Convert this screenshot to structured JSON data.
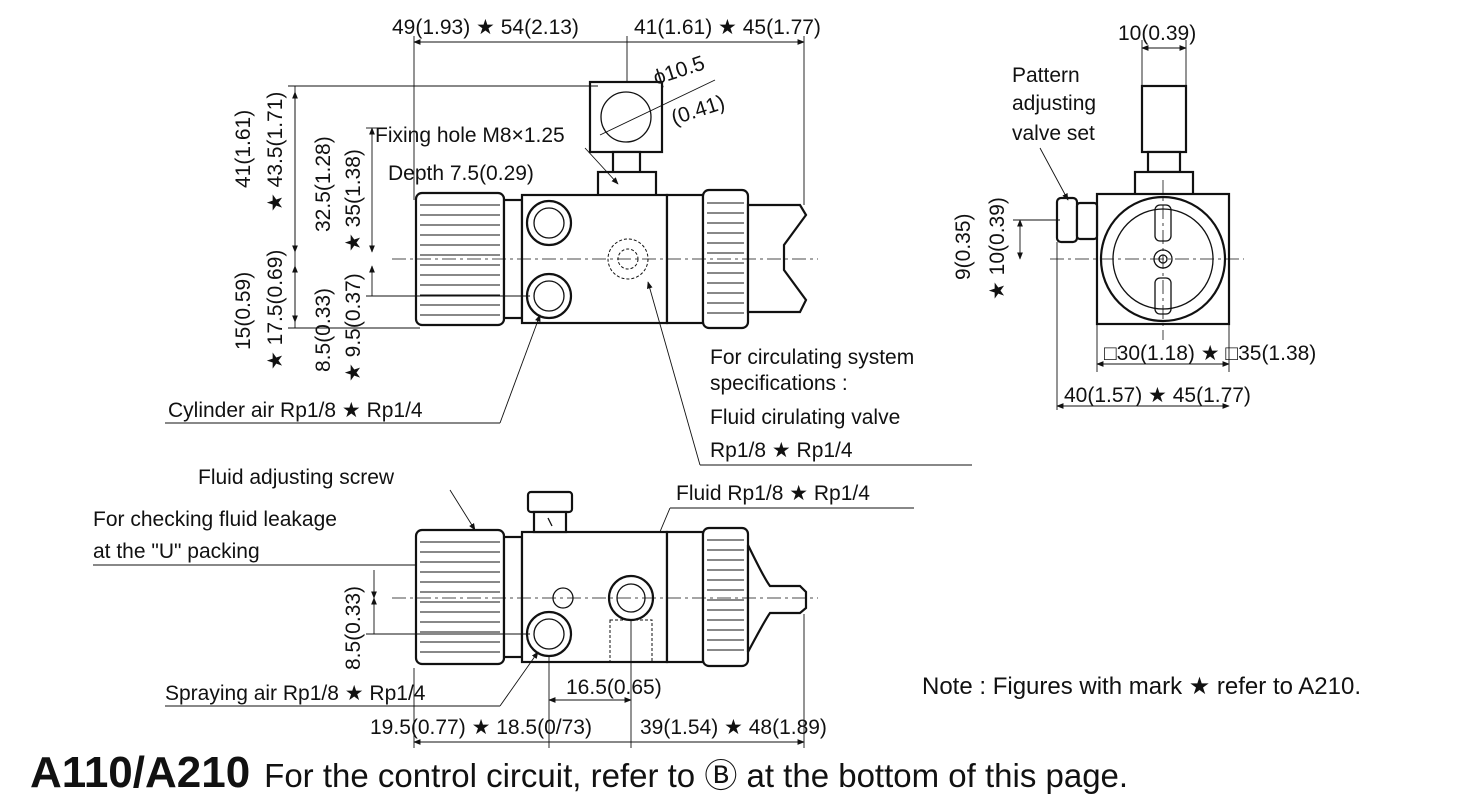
{
  "title": {
    "model": "A110/A210",
    "description": "For the control circuit, refer to Ⓑ at the bottom of this page."
  },
  "note": "Note : Figures with mark ★ refer to A210.",
  "top_view": {
    "dim_top": [
      "49(1.93) ★ 54(2.13)",
      "41(1.61) ★ 45(1.77)"
    ],
    "dia_line1": "ϕ10.5",
    "dia_line2": "(0.41)",
    "fixing_hole": "Fixing hole M8×1.25",
    "depth": "Depth 7.5(0.29)",
    "vdim_outer_a": "41(1.61)",
    "vdim_outer_b": "★ 43.5(1.71)",
    "vdim_inner_a": "32.5(1.28)",
    "vdim_inner_b": "★ 35(1.38)",
    "vdim_lower_a": "15(0.59)",
    "vdim_lower_b": "★ 17.5(0.69)",
    "vdim_lower2_a": "8.5(0.33)",
    "vdim_lower2_b": "★ 9.5(0.37)",
    "cylinder_air": "Cylinder air Rp1/8 ★ Rp1/4",
    "circ_1": "For circulating system",
    "circ_2": "specifications :",
    "circ_3": "Fluid cirulating valve",
    "circ_4": "Rp1/8 ★ Rp1/4"
  },
  "side_view": {
    "width_dim": "10(0.39)",
    "pattern_1": "Pattern",
    "pattern_2": "adjusting",
    "pattern_3": "valve set",
    "vdim_a": "9(0.35)",
    "vdim_b": "★ 10(0.39)",
    "square_dim": "□30(1.18) ★ □35(1.38)",
    "width_bottom": "40(1.57) ★ 45(1.77)"
  },
  "bottom_view": {
    "fluid_screw": "Fluid adjusting screw",
    "leak_1": "For checking fluid leakage",
    "leak_2": "at the \"U\" packing",
    "fluid_port": "Fluid Rp1/8 ★ Rp1/4",
    "vdim": "8.5(0.33)",
    "spraying_air": "Spraying air Rp1/8 ★ Rp1/4",
    "dim_small": "16.5(0.65)",
    "dim_bottom_left": "19.5(0.77) ★ 18.5(0/73)",
    "dim_bottom_right": "39(1.54) ★ 48(1.89)"
  }
}
